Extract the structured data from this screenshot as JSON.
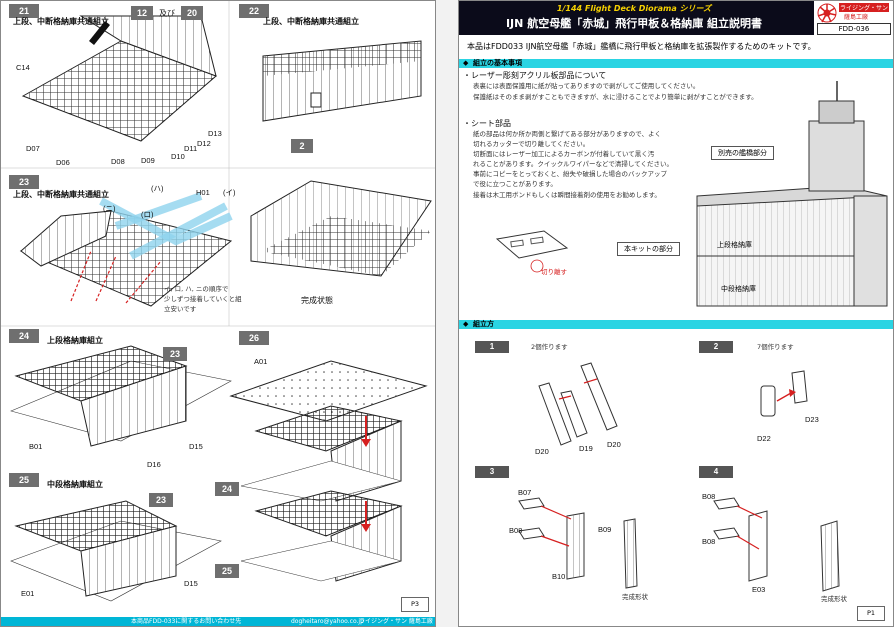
{
  "left_page": {
    "step21": {
      "num": "21",
      "title": "上段、中断格納庫共通組立",
      "ref_a": "12",
      "ref_conj": "及び",
      "ref_b": "20",
      "parts": [
        "C14",
        "D07",
        "D06",
        "D08",
        "D09",
        "D10",
        "D11",
        "D12",
        "D13"
      ]
    },
    "step22": {
      "num": "22",
      "title": "上段、中断格納庫共通組立",
      "ref": "2"
    },
    "step23": {
      "num": "23",
      "title": "上段、中断格納庫共通組立",
      "markers": [
        "(ハ)",
        "H01",
        "(イ)",
        "(ニ)",
        "(ロ)"
      ],
      "note_lines": [
        "イ, ロ, ハ, ニの順序で",
        "少しずつ接着していくと組",
        "立安いです"
      ],
      "done": "完成状態"
    },
    "step24": {
      "num": "24",
      "title": "上段格納庫組立",
      "ref": "23",
      "parts": [
        "B01",
        "D15",
        "D16"
      ]
    },
    "step25": {
      "num": "25",
      "title": "中段格納庫組立",
      "ref": "23",
      "parts": [
        "E01",
        "D15"
      ]
    },
    "step26": {
      "num": "26",
      "parts": [
        "A01"
      ],
      "refs": [
        "24",
        "25"
      ]
    },
    "footer": {
      "left": "本商品FDD-033に関するお問い合わせ先",
      "email": "dogheitaro@yahoo.co.jp",
      "right": "ライジング・サン 薩島工廠"
    },
    "page_no": "P3"
  },
  "right_page": {
    "header": {
      "series": "1/144 Flight Deck Diorama シリーズ",
      "title": "IJN 航空母艦「赤城」飛行甲板＆格納庫 組立説明書",
      "logo_line1": "ライジング・サン",
      "logo_line2": "薩島工廠",
      "code": "FDD-036"
    },
    "intro": "本品はFDD033 IJN航空母艦「赤城」艦橋に飛行甲板と格納庫を拡張製作するためのキットです。",
    "basics": {
      "section": "組立の基本事項",
      "laser_title": "・レーザー彫刻アクリル板部品について",
      "laser_lines": [
        "表裏には表面保護用に紙が貼ってありますので剥がしてご使用してください。",
        "保護紙はそのまま剥がすこともできますが、水に浸けることでより簡単に剥がすことができます。"
      ],
      "sheet_title": "・シート部品",
      "sheet_lines": [
        "紙の部品は何か所か両側と繋げてある部分がありますので、よく",
        "切れるカッターで切り離してください。",
        "切断面にはレーザー加工によるカーボンが付着していて黒く汚",
        "れることがあります。クイックルワイパーなどで清掃してください。",
        "事前にコピーをとっておくと、紛失や破損した場合のバックアップ",
        "で役に立つことがあります。",
        "接着は木工用ボンドもしくは瞬間接着剤の使用をお勧めします。"
      ],
      "cut_label": "切り離す",
      "bridge_label": "別売の艦橋部分",
      "kit_label": "本キットの部分",
      "upper_label": "上段格納庫",
      "mid_label": "中段格納庫"
    },
    "method": {
      "section": "組立方",
      "s1": {
        "num": "1",
        "text": "2個作ります",
        "parts": [
          "D20",
          "D19",
          "D20"
        ]
      },
      "s2": {
        "num": "2",
        "text": "7個作ります",
        "parts": [
          "D22",
          "D23"
        ]
      },
      "s3": {
        "num": "3",
        "parts": [
          "B07",
          "B08",
          "B09",
          "B10"
        ],
        "done": "完成形状"
      },
      "s4": {
        "num": "4",
        "parts": [
          "B08",
          "B08",
          "E03"
        ],
        "done": "完成形状"
      }
    },
    "page_no": "P1"
  },
  "colors": {
    "accent": "#2ad4e3",
    "footer": "#00b6d6",
    "badge": "#6f6f6f",
    "red": "#d62020",
    "header": "#0b0b1a"
  }
}
